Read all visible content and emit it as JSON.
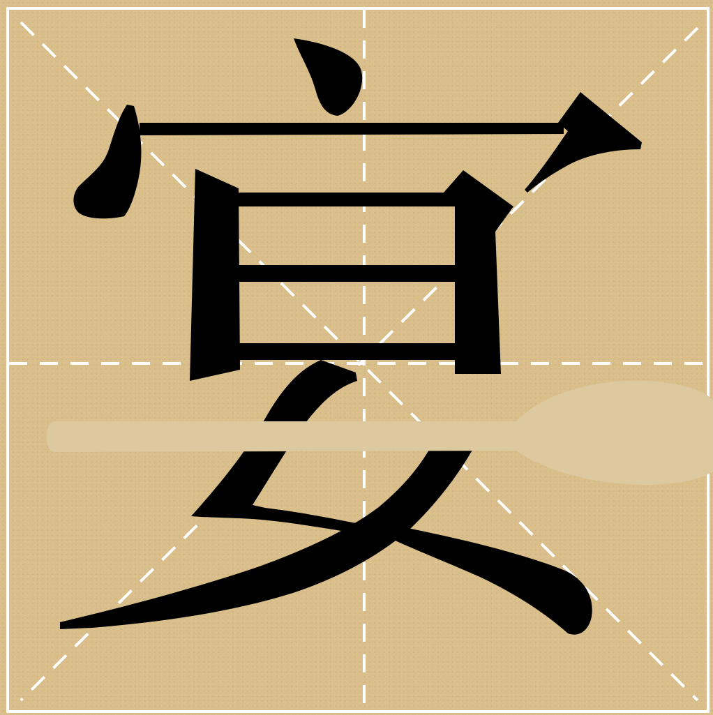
{
  "character": {
    "glyph": "宴",
    "ink_color": "#000000"
  },
  "grid": {
    "style": "dashed-cross-and-diagonals",
    "line_color": "#ffffff",
    "border_color": "#ffffff"
  },
  "paper": {
    "color": "#d9be8a",
    "texture": "speckled"
  },
  "overlay": {
    "object": "spoon-icon",
    "color": "#dcc9a0"
  }
}
